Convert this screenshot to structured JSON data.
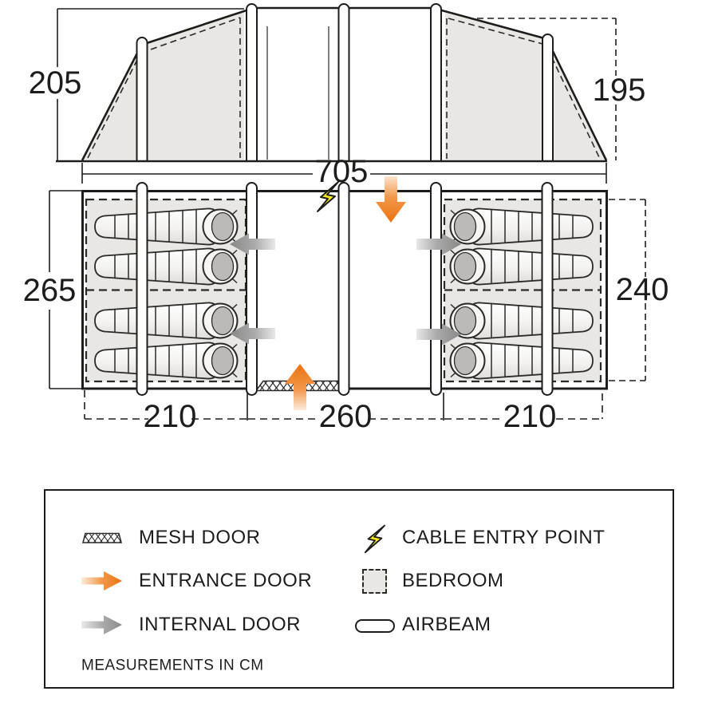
{
  "diagram": {
    "type": "tent-floor-plan",
    "elevation": {
      "height_left_cm": "205",
      "height_right_cm": "195"
    },
    "plan": {
      "width_cm": "705",
      "depth_left_cm": "265",
      "depth_right_cm": "240",
      "sections_cm": [
        "210",
        "260",
        "210"
      ],
      "sleeping_bag_count": 8
    }
  },
  "legend": {
    "items": [
      {
        "icon": "mesh-door-icon",
        "label": "MESH DOOR"
      },
      {
        "icon": "entrance-door-icon",
        "label": "ENTRANCE DOOR"
      },
      {
        "icon": "internal-door-icon",
        "label": "INTERNAL DOOR"
      },
      {
        "icon": "cable-entry-point-icon",
        "label": "CABLE ENTRY POINT"
      },
      {
        "icon": "bedroom-icon",
        "label": "BEDROOM"
      },
      {
        "icon": "airbeam-icon",
        "label": "AIRBEAM"
      }
    ],
    "note": "MEASUREMENTS IN CM"
  },
  "colors": {
    "line": "#1D1D1B",
    "bedroom_fill": "#E9E7E3",
    "entrance_orange": "#EB7210",
    "internal_gray": "#8B8B8B",
    "cable_yellow": "#F6EB16"
  }
}
